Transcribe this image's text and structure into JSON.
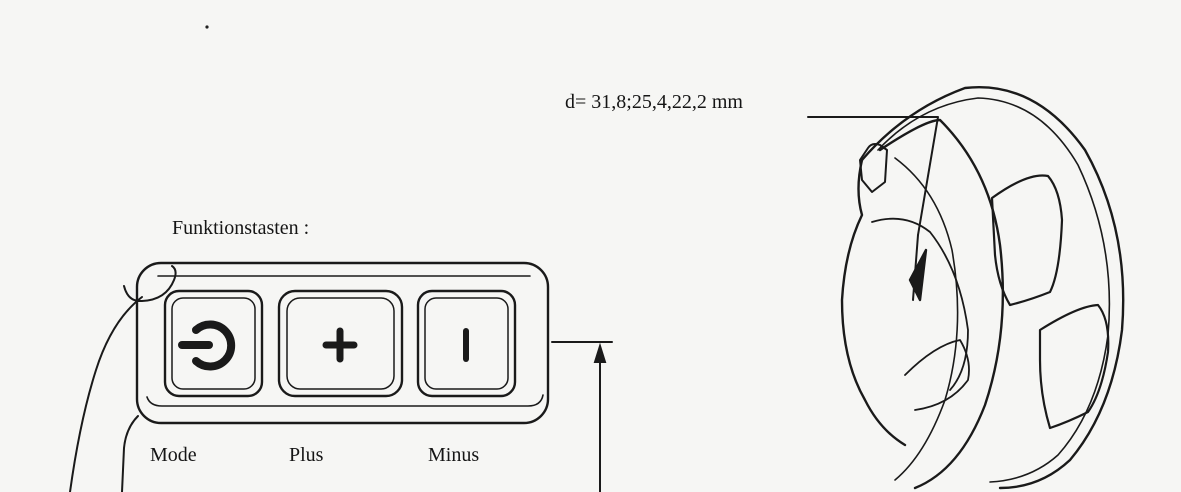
{
  "labels": {
    "title": "Funktionstasten :",
    "diameter": "d= 31,8;25,4,22,2 mm",
    "mode": "Mode",
    "plus": "Plus",
    "minus": "Minus"
  },
  "icons": {
    "mode": "power-icon",
    "plus": "plus-icon",
    "minus": "minus-icon"
  },
  "colors": {
    "ink": "#161616",
    "paper": "#f6f6f4"
  }
}
